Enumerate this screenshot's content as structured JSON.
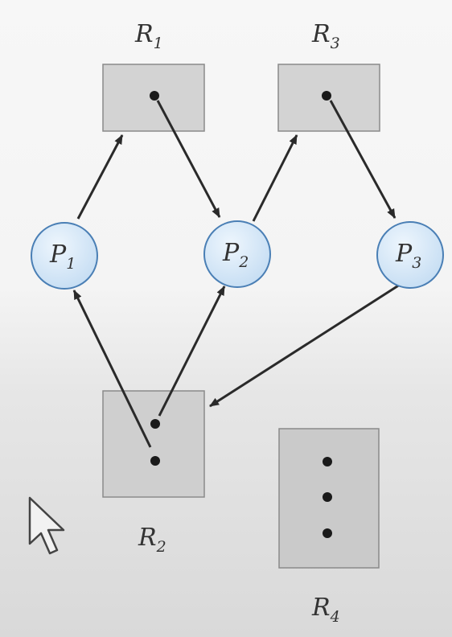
{
  "graph": {
    "resources": [
      {
        "id": "R1",
        "letter": "R",
        "subscript": "1",
        "instances": 1
      },
      {
        "id": "R2",
        "letter": "R",
        "subscript": "2",
        "instances": 2
      },
      {
        "id": "R3",
        "letter": "R",
        "subscript": "3",
        "instances": 1
      },
      {
        "id": "R4",
        "letter": "R",
        "subscript": "4",
        "instances": 3
      }
    ],
    "processes": [
      {
        "id": "P1",
        "letter": "P",
        "subscript": "1"
      },
      {
        "id": "P2",
        "letter": "P",
        "subscript": "2"
      },
      {
        "id": "P3",
        "letter": "P",
        "subscript": "3"
      }
    ],
    "edges": [
      {
        "from": "P1",
        "to": "R1",
        "kind": "request"
      },
      {
        "from": "R1",
        "to": "P2",
        "kind": "assignment"
      },
      {
        "from": "P2",
        "to": "R3",
        "kind": "request"
      },
      {
        "from": "R3",
        "to": "P3",
        "kind": "assignment"
      },
      {
        "from": "P3",
        "to": "R2",
        "kind": "request"
      },
      {
        "from": "R2",
        "to": "P1",
        "kind": "assignment"
      },
      {
        "from": "R2",
        "to": "P2",
        "kind": "assignment"
      }
    ],
    "colors": {
      "resource_fill": "#d3d3d3",
      "resource_stroke": "#8a8a8a",
      "process_fill": "#d6e8f7",
      "process_stroke": "#4a7fb5",
      "edge": "#2a2a2a",
      "dot": "#1a1a1a"
    }
  }
}
